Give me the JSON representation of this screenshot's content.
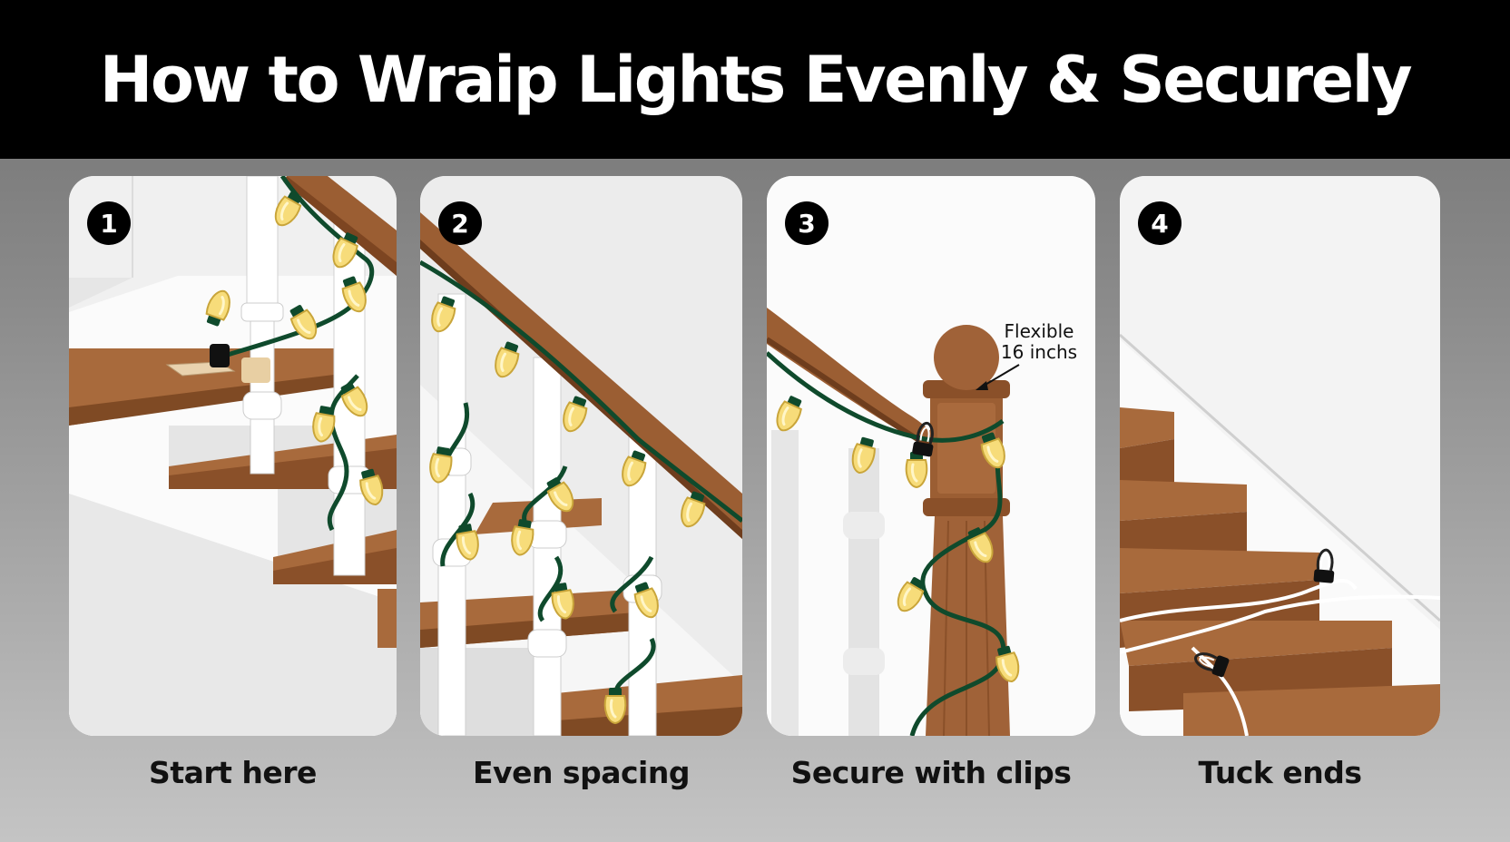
{
  "title": "How to Wraip Lights Evenly & Securely",
  "colors": {
    "header_bg": "#000000",
    "wood": "#9b5e33",
    "wire": "#0f4a2c",
    "bulb": "#f7dc7a",
    "white_trim": "#ffffff"
  },
  "steps": [
    {
      "number": "1",
      "caption": "Start here"
    },
    {
      "number": "2",
      "caption": "Even spacing"
    },
    {
      "number": "3",
      "caption": "Secure with clips",
      "annotation_line1": "Flexible",
      "annotation_line2": "16 inchs"
    },
    {
      "number": "4",
      "caption": "Tuck ends"
    }
  ]
}
